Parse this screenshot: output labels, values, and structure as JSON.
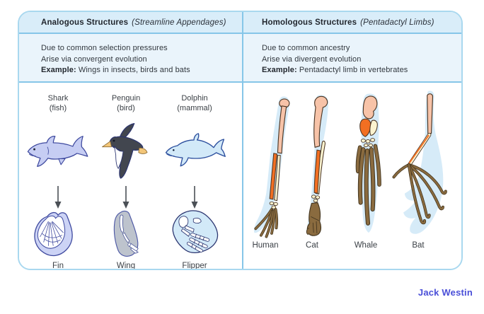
{
  "brand": {
    "name": "Jack Westin",
    "color": "#4a4fd8"
  },
  "panels": [
    {
      "title": "Analogous Structures",
      "subtitle": "(Streamline Appendages)",
      "line1": "Due to common selection pressures",
      "line2": "Arise via convergent evolution",
      "example_label": "Example:",
      "example_text": "Wings in insects, birds and bats",
      "organisms": [
        {
          "name": "Shark",
          "group": "(fish)",
          "structure": "Fin",
          "icon": "shark-illustration"
        },
        {
          "name": "Penguin",
          "group": "(bird)",
          "structure": "Wing",
          "icon": "penguin-illustration"
        },
        {
          "name": "Dolphin",
          "group": "(mammal)",
          "structure": "Flipper",
          "icon": "dolphin-illustration"
        }
      ]
    },
    {
      "title": "Homologous Structures",
      "subtitle": "(Pentadactyl Limbs)",
      "line1": "Due to common ancestry",
      "line2": "Arise via divergent evolution",
      "example_label": "Example:",
      "example_text": "Pentadactyl limb in vertebrates",
      "organisms": [
        {
          "name": "Human",
          "icon": "human-limb-illustration"
        },
        {
          "name": "Cat",
          "icon": "cat-limb-illustration"
        },
        {
          "name": "Whale",
          "icon": "whale-limb-illustration"
        },
        {
          "name": "Bat",
          "icon": "bat-limb-illustration"
        }
      ]
    }
  ],
  "colors": {
    "card_border": "#a9d8ef",
    "header_bg": "#d9edf9",
    "description_bg": "#eaf4fb",
    "divider": "#86c6e8",
    "humerus": "#f7c3a8",
    "radius": "#f26f22",
    "ulna": "#fbf3cf",
    "digits": "#8a6b3f",
    "limb_silhouette": "#d6ebf8",
    "shark_fill": "#c6cdf3",
    "penguin_fill": "#42464f",
    "dolphin_fill": "#d2e9f8",
    "wing_fill": "#bdc3cd"
  }
}
